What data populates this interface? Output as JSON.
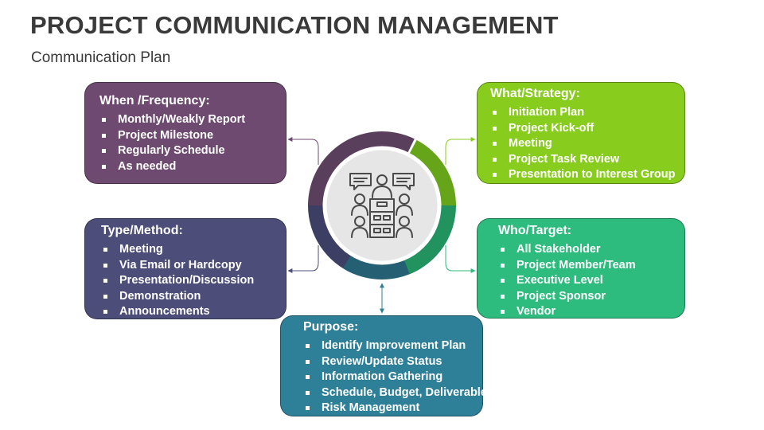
{
  "title": "PROJECT COMMUNICATION MANAGEMENT",
  "subtitle": "Communication Plan",
  "boxes": {
    "when": {
      "heading": "When /Frequency:",
      "items": [
        "Monthly/Weakly Report",
        "Project Milestone",
        "Regularly Schedule",
        "As needed"
      ],
      "color": "#6f4a70"
    },
    "type": {
      "heading": "Type/Method:",
      "items": [
        "Meeting",
        "Via Email or Hardcopy",
        "Presentation/Discussion",
        "Demonstration",
        "Announcements"
      ],
      "color": "#4c4d78"
    },
    "what": {
      "heading": "What/Strategy:",
      "items": [
        "Initiation Plan",
        "Project Kick-off",
        "Meeting",
        "Project Task Review",
        "Presentation to Interest Group"
      ],
      "color": "#88cc1e"
    },
    "who": {
      "heading": "Who/Target:",
      "items": [
        "All Stakeholder",
        "Project Member/Team",
        "Executive Level",
        "Project Sponsor",
        "Vendor"
      ],
      "color": "#2ebb7e"
    },
    "purpose": {
      "heading": "Purpose:",
      "items": [
        "Identify Improvement Plan",
        "Review/Update Status",
        "Information Gathering",
        "Schedule, Budget, Deliverable",
        "Risk Management"
      ],
      "color": "#2e8098"
    }
  },
  "ring_colors": [
    "#5a3f5c",
    "#3d3e64",
    "#255f73",
    "#22925f",
    "#66a51a"
  ],
  "center_icon": "team-meeting-icon"
}
